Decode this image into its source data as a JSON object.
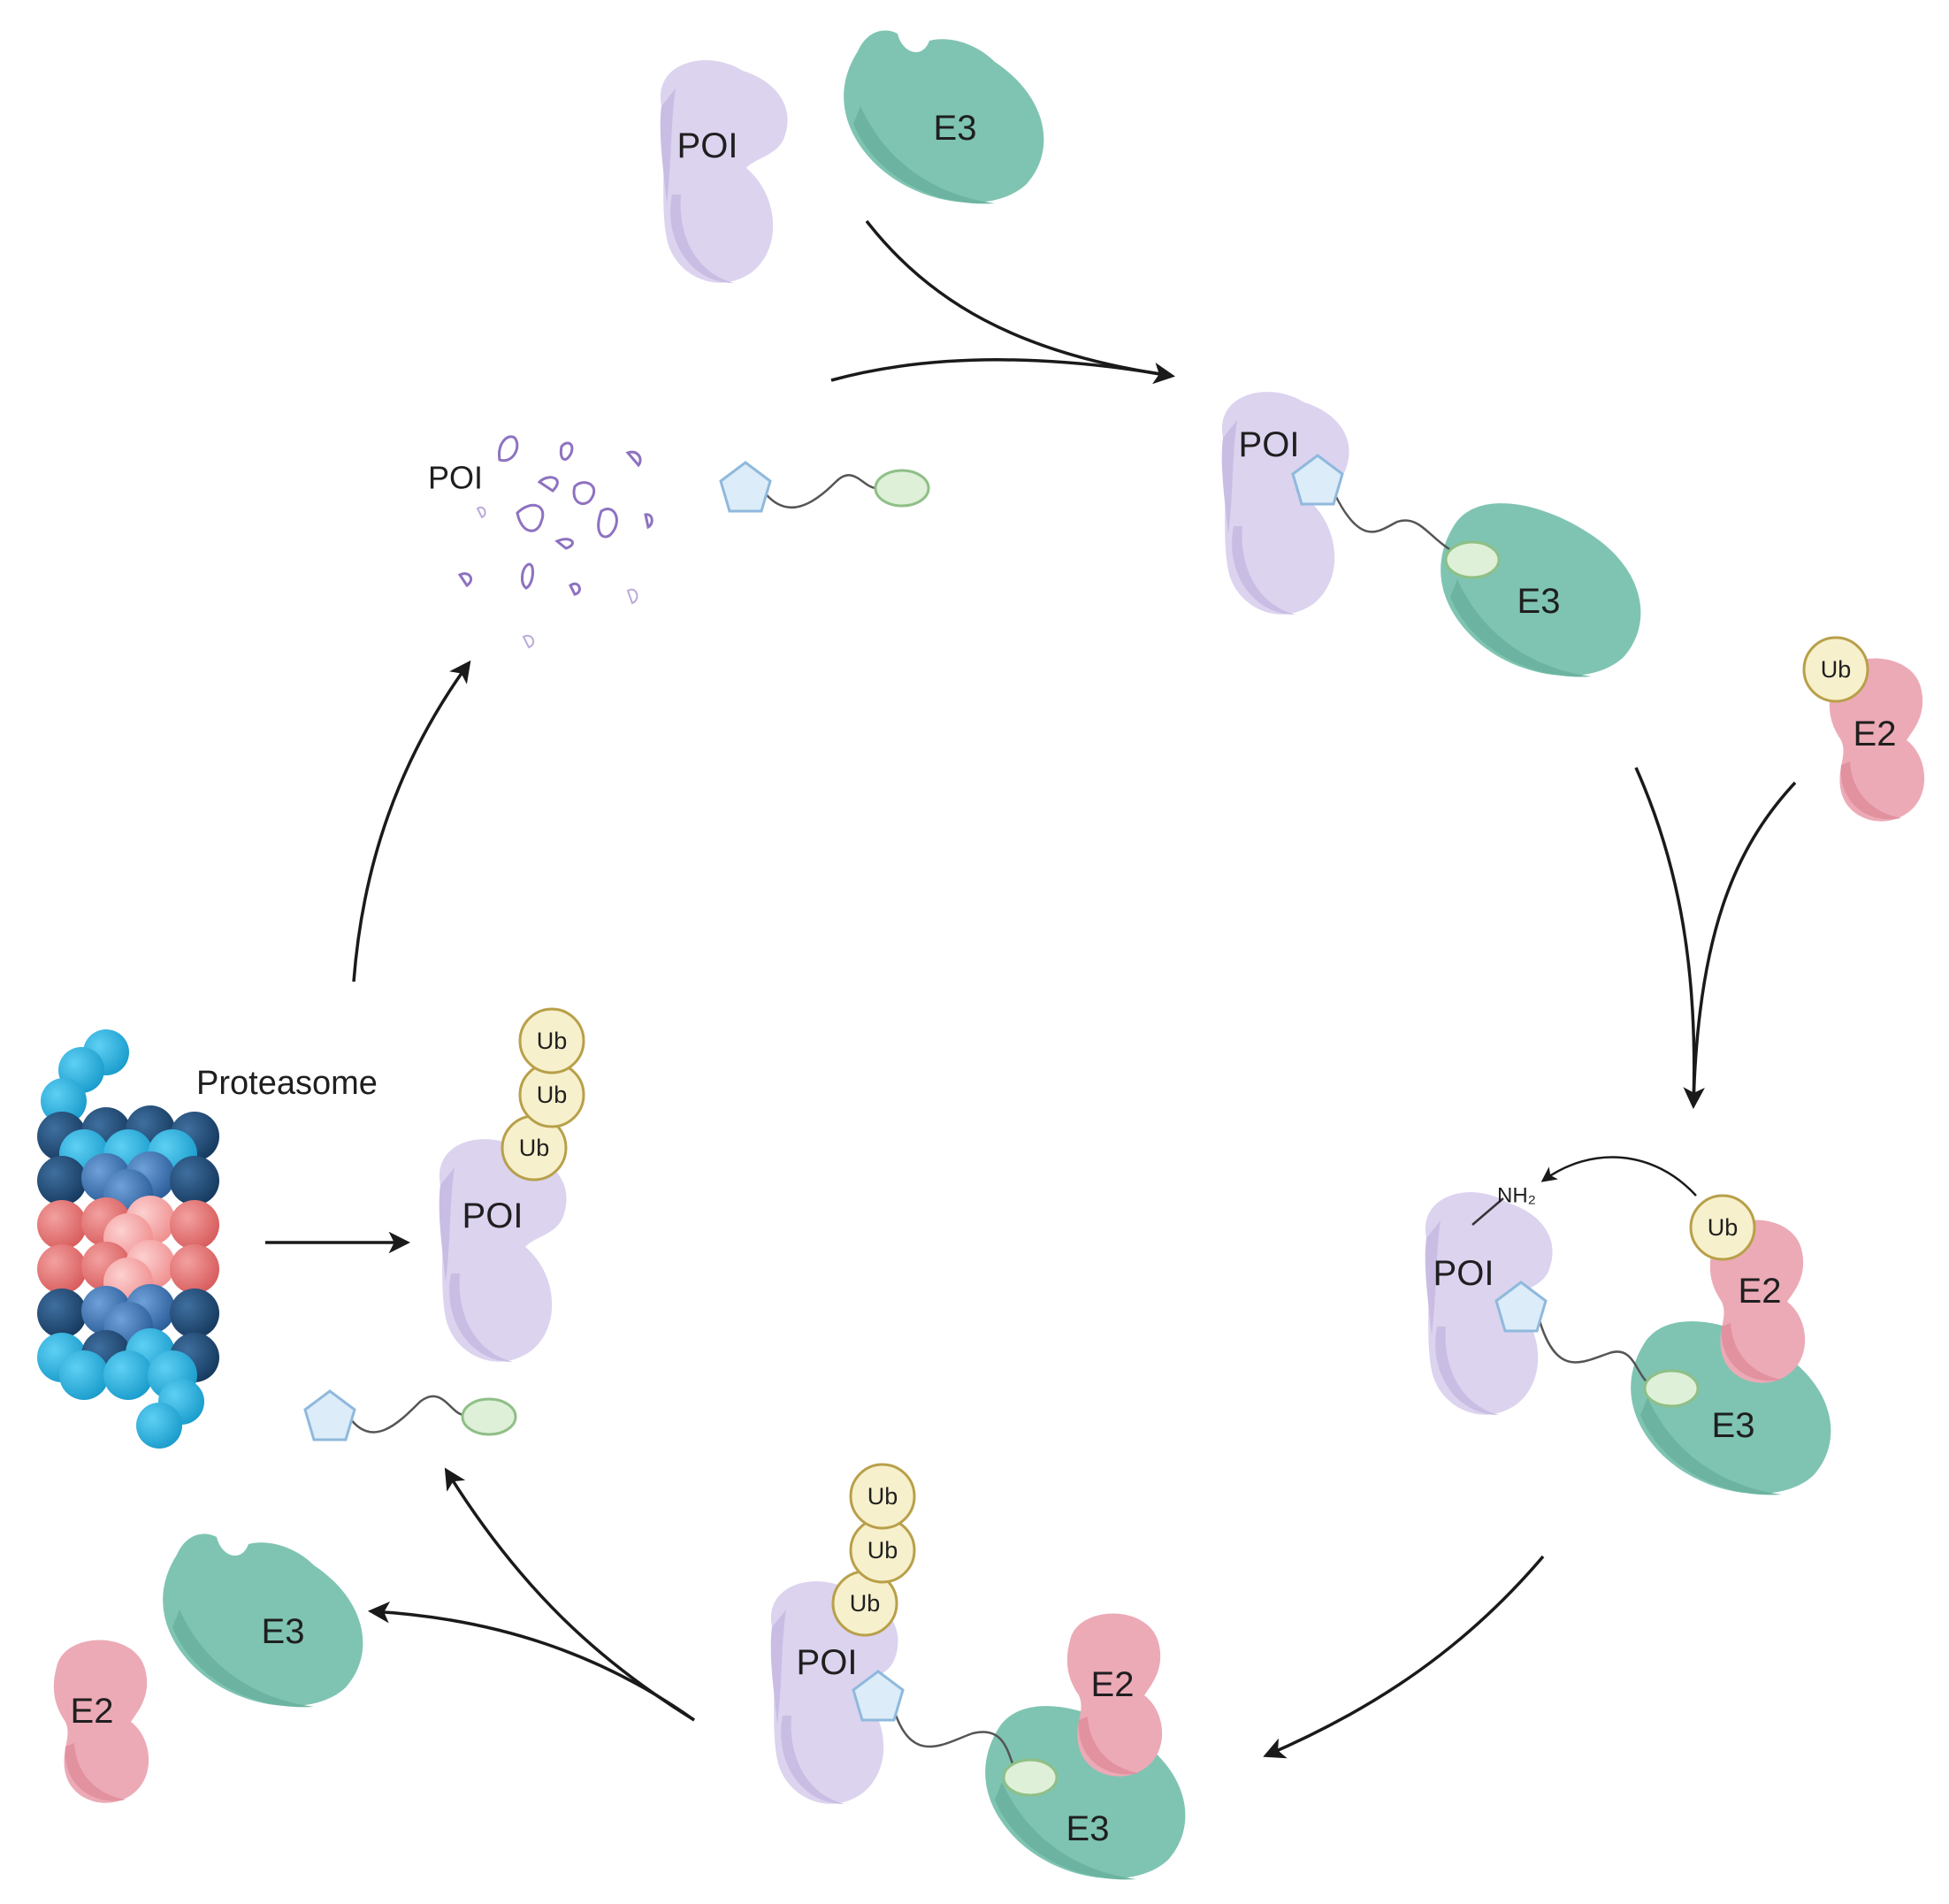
{
  "labels": {
    "poi": "POI",
    "e3": "E3",
    "e2": "E2",
    "ub": "Ub",
    "nh2": "NH₂",
    "proteasome": "Proteasome"
  },
  "colors": {
    "poi_fill": "#dcd3ef",
    "poi_shade": "#c9bde4",
    "e3_fill": "#7fc4b2",
    "e3_shade": "#6cb4a1",
    "e2_fill": "#ecaab6",
    "e2_shade": "#e2919f",
    "ub_fill": "#f7f0cc",
    "ub_stroke": "#b8a04a",
    "warhead_fill": "#dcecf8",
    "warhead_stroke": "#8fb9dd",
    "ligand_fill": "#def0d8",
    "ligand_stroke": "#8fbf86",
    "fragment_stroke": "#8e72c0",
    "proteasome_dark": "#1f4e7d",
    "proteasome_mid": "#2b8fc4",
    "proteasome_light": "#2fb6e4",
    "proteasome_red": "#e57373",
    "proteasome_pink": "#f4a5a5",
    "arrow": "#1a1a1a"
  },
  "icons": [
    "proteasome-icon",
    "poi-protein-icon",
    "e3-ligase-icon",
    "e2-enzyme-icon",
    "ubiquitin-icon",
    "protac-molecule-icon",
    "peptide-fragments-icon"
  ]
}
